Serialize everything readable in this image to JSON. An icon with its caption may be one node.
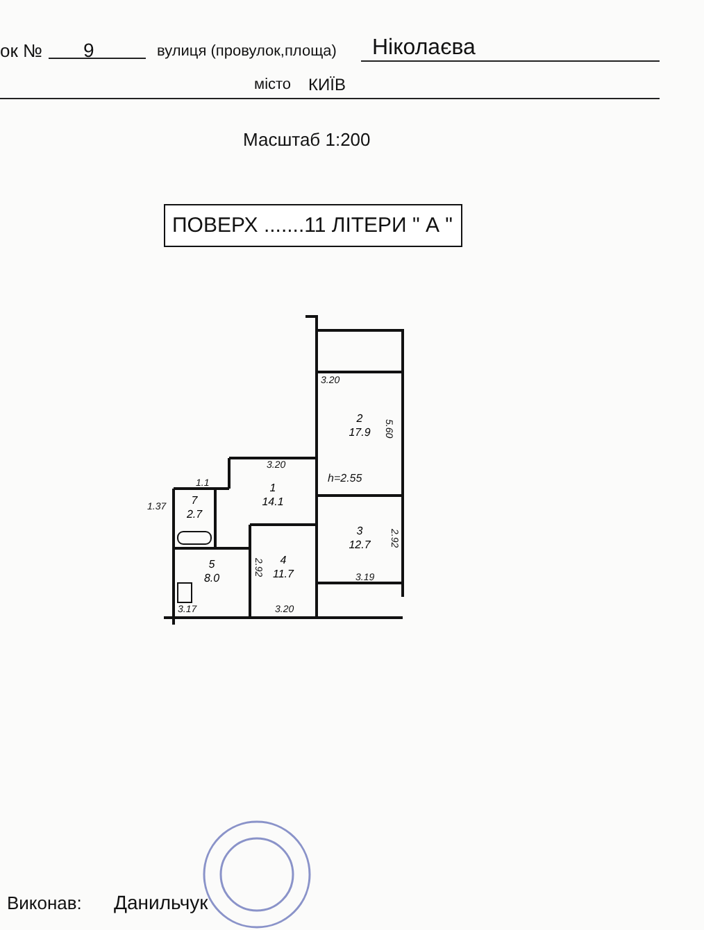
{
  "diagram": {
    "nodes": [
      {
        "text": [
          "ПОВЕРХ .......11 ЛІТЕРИ \" А \""
        ]
      },
      {
        "text": [
          "2",
          "17.9"
        ]
      },
      {
        "text": [
          "1",
          "14.1"
        ]
      },
      {
        "text": [
          "7",
          "2.7"
        ]
      },
      {
        "text": [
          "3",
          "12.7"
        ]
      },
      {
        "text": [
          "4",
          "11.7"
        ]
      },
      {
        "text": [
          "5",
          "8.0"
        ]
      }
    ],
    "labels": [
      "ок №",
      "9",
      "вулиця (провулок,площа)",
      "Ніколаєва",
      "місто",
      "КИЇВ",
      "Масштаб 1:200",
      "3.20",
      "5.60",
      "3.20",
      "1.1",
      "h=2.55",
      "1.37",
      "2.92",
      "2.92",
      "3.17",
      "3.20",
      "3.19",
      "Виконав:",
      "Данильчук"
    ]
  }
}
